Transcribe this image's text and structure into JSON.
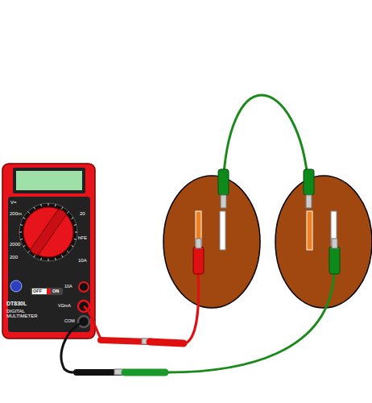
{
  "diagram": {
    "labels": [
      "V=",
      "200m",
      "2000",
      "200",
      "20",
      "hFE",
      "10A",
      "OFF",
      "ON",
      "DT830L",
      "DIGITAL MULTIMETER",
      "10A",
      "VΩmA",
      "COM"
    ]
  }
}
